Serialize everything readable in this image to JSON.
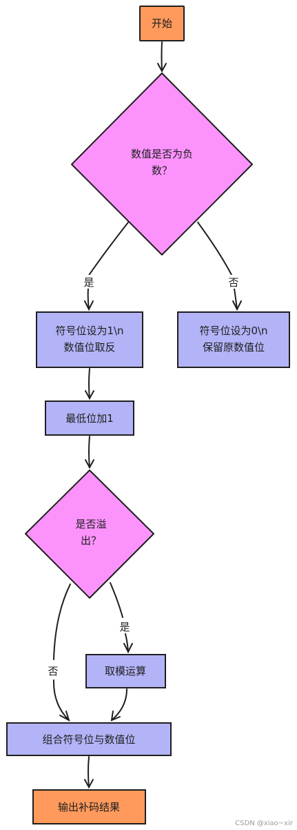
{
  "colors": {
    "terminal_fill": "#ff9a5c",
    "process_fill": "#b3b3f7",
    "decision_fill": "#fc93fc",
    "stroke": "#1e1e1e"
  },
  "nodes": {
    "start": "开始",
    "is_negative": {
      "line1": "数值是否为负",
      "line2": "数？"
    },
    "neg_branch": {
      "line1": "符号位设为1\\n",
      "line2": "数值位取反"
    },
    "pos_branch": {
      "line1": "符号位设为0\\n",
      "line2": "保留原数值位"
    },
    "add_one": "最低位加1",
    "is_overflow": {
      "line1": "是否溢",
      "line2": "出？"
    },
    "take_modulo": "取模运算",
    "combine": "组合符号位与数值位",
    "output": "输出补码结果"
  },
  "edges": {
    "yes_1": "是",
    "no_1": "否",
    "yes_2": "是",
    "no_2": "否"
  },
  "watermark": "CSDN @xiao~xir"
}
